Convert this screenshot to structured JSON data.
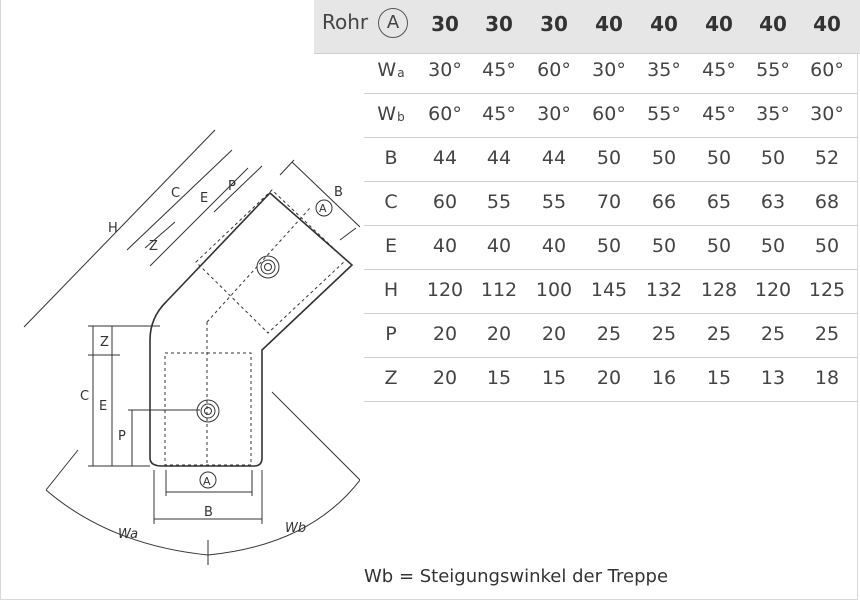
{
  "header": {
    "rohr_label": "Rohr",
    "rohr_symbol": "A",
    "columns": [
      "30",
      "30",
      "30",
      "40",
      "40",
      "40",
      "40",
      "40"
    ]
  },
  "rows": [
    {
      "label": "W",
      "label_sub": "a",
      "values": [
        "30°",
        "45°",
        "60°",
        "30°",
        "35°",
        "45°",
        "55°",
        "60°"
      ]
    },
    {
      "label": "W",
      "label_sub": "b",
      "values": [
        "60°",
        "45°",
        "30°",
        "60°",
        "55°",
        "45°",
        "35°",
        "30°"
      ]
    },
    {
      "label": "B",
      "label_sub": "",
      "values": [
        "44",
        "44",
        "44",
        "50",
        "50",
        "50",
        "50",
        "52"
      ]
    },
    {
      "label": "C",
      "label_sub": "",
      "values": [
        "60",
        "55",
        "55",
        "70",
        "66",
        "65",
        "63",
        "68"
      ]
    },
    {
      "label": "E",
      "label_sub": "",
      "values": [
        "40",
        "40",
        "40",
        "50",
        "50",
        "50",
        "50",
        "50"
      ]
    },
    {
      "label": "H",
      "label_sub": "",
      "values": [
        "120",
        "112",
        "100",
        "145",
        "132",
        "128",
        "120",
        "125"
      ]
    },
    {
      "label": "P",
      "label_sub": "",
      "values": [
        "20",
        "20",
        "20",
        "25",
        "25",
        "25",
        "25",
        "25"
      ]
    },
    {
      "label": "Z",
      "label_sub": "",
      "values": [
        "20",
        "15",
        "15",
        "20",
        "16",
        "15",
        "13",
        "18"
      ]
    }
  ],
  "drawing": {
    "labels": {
      "H": "H",
      "C": "C",
      "E": "E",
      "P": "P",
      "B": "B",
      "Z": "Z",
      "A": "A",
      "Wa": "Wa",
      "Wb": "Wb"
    }
  },
  "caption": "Wb = Steigungswinkel der Treppe",
  "colors": {
    "header_bg": "#e6e6e6",
    "line": "#333333",
    "rule": "#d0d0d0"
  }
}
